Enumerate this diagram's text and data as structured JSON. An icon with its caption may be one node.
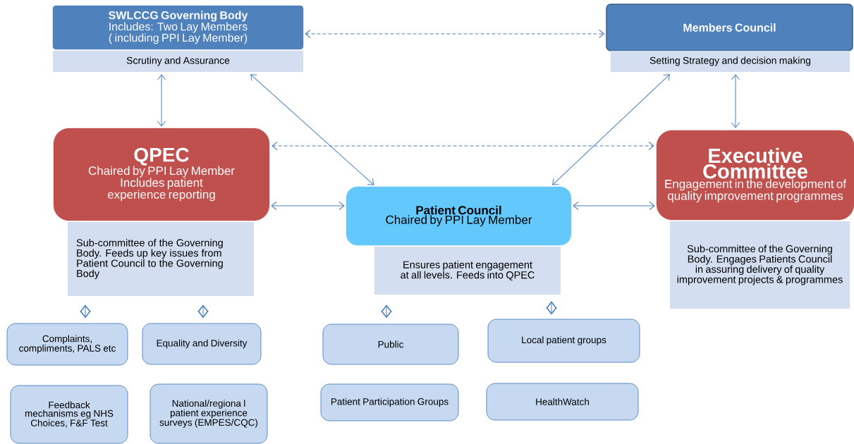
{
  "diagram": {
    "nodes": [
      {
        "text": [
          "SWLCCG Governing Body",
          "Includes: Two Lay Members ( including PPI Lay Member)"
        ]
      },
      {
        "text": [
          "Scrutiny and Assurance"
        ]
      },
      {
        "text": [
          "Members Council"
        ]
      },
      {
        "text": [
          "Setting Strategy and decision making"
        ]
      },
      {
        "text": [
          "QPEC",
          "Chaired by PPI Lay Member",
          "Includes patient experience reporting"
        ]
      },
      {
        "text": [
          "Sub-committee of the Governing Body.  Feeds up key issues from Patient Council to the Governing Body"
        ]
      },
      {
        "text": [
          "Patient Council",
          "Chaired by PPI Lay Member"
        ]
      },
      {
        "text": [
          "Ensures patient engagement at all levels. Feeds into QPEC"
        ]
      },
      {
        "text": [
          "Executive Committee",
          "Engagement in the development of quality improvement programmes"
        ]
      },
      {
        "text": [
          "Sub-committee of the Governing Body. Engages Patients Council in assuring delivery of quality improvement projects & programmes"
        ]
      },
      {
        "text": [
          "Complaints, compliments, PALS etc"
        ]
      },
      {
        "text": [
          "Equality and Diversity"
        ]
      },
      {
        "text": [
          "Public"
        ]
      },
      {
        "text": [
          "Local patient groups"
        ]
      },
      {
        "text": [
          "Feedback mechanisms eg NHS Choices, F&F Test"
        ]
      },
      {
        "text": [
          "National/regiona l patient experience surveys (EMPES/CQC)"
        ]
      },
      {
        "text": [
          "Patient Participation Groups"
        ]
      },
      {
        "text": [
          "HealthWatch"
        ]
      }
    ],
    "edges": [
      {
        "from": 0,
        "to": 2,
        "arrow": "both",
        "style": "dashed"
      },
      {
        "from": 1,
        "to": 4,
        "arrow": "both"
      },
      {
        "from": 1,
        "to": 6,
        "arrow": "both"
      },
      {
        "from": 3,
        "to": 6,
        "arrow": "both"
      },
      {
        "from": 3,
        "to": 8,
        "arrow": "both"
      },
      {
        "from": 4,
        "to": 8,
        "arrow": "both",
        "style": "dashed"
      },
      {
        "from": 4,
        "to": 6,
        "arrow": "both"
      },
      {
        "from": 6,
        "to": 8,
        "arrow": "both"
      },
      {
        "from": 5,
        "to": 10,
        "arrow": "both"
      },
      {
        "from": 5,
        "to": 11,
        "arrow": "both"
      },
      {
        "from": 7,
        "to": 12,
        "arrow": "both"
      },
      {
        "from": 7,
        "to": 13,
        "arrow": "both"
      }
    ]
  }
}
